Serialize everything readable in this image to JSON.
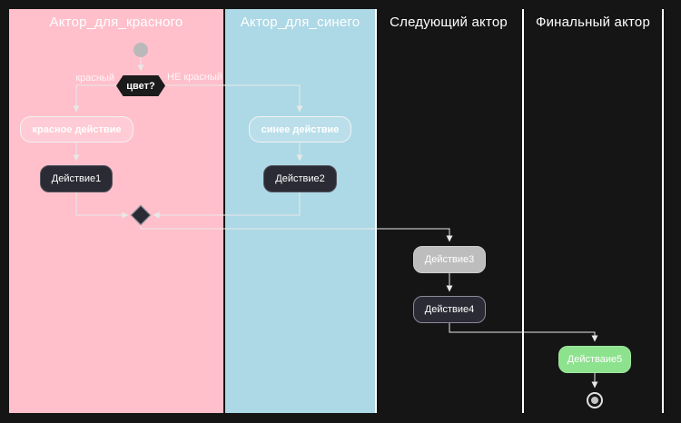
{
  "diagram": {
    "lanes": [
      {
        "title": "Актор_для_красного"
      },
      {
        "title": "Актор_для_синего"
      },
      {
        "title": "Следующий актор"
      },
      {
        "title": "Финальный актор"
      }
    ],
    "decision": {
      "label": "цвет?",
      "branch_red": "красный",
      "branch_not_red": "НЕ красный"
    },
    "activities": {
      "red_action": "красное действие",
      "blue_action": "синее действие",
      "action1": "Действие1",
      "action2": "Действие2",
      "action3": "Действие3",
      "action4": "Действие4",
      "action5": "Действаие5"
    },
    "colors": {
      "background": "#151515",
      "lane_red": "#ffc0cb",
      "lane_blue": "#add8e6",
      "dark_node": "#2b2b35",
      "gray_node": "#bdbdbd",
      "green_node": "#8de28d",
      "connector": "#e8e8e8"
    }
  }
}
